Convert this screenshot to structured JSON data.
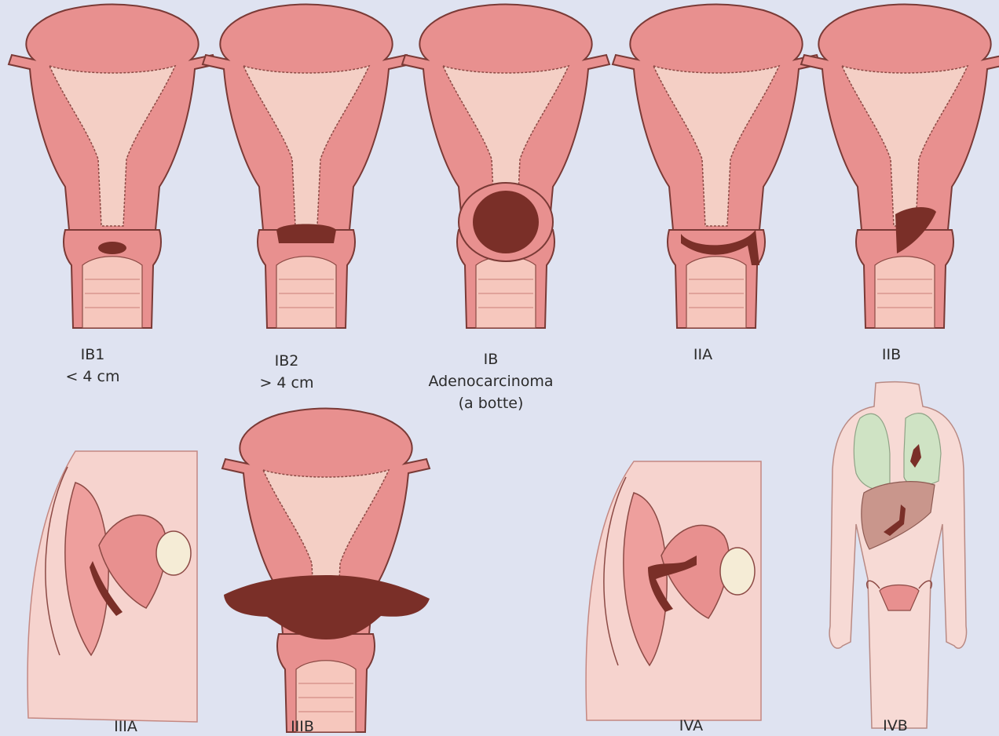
{
  "colors": {
    "background": "#dfe3f1",
    "tissue": "#e8908f",
    "tissue_dark": "#a84f4c",
    "lining": "#f4cfc5",
    "tumor": "#7a2f28",
    "skin": "#f7dad5",
    "lung": "#cfe3c4",
    "liver": "#c9968c"
  },
  "stages": [
    {
      "stage": "IB1",
      "detail": "< 4 cm"
    },
    {
      "stage": "IB2",
      "detail": "> 4 cm"
    },
    {
      "stage": "IB",
      "detail": "Adenocarcinoma",
      "note": "(a botte)"
    },
    {
      "stage": "IIA"
    },
    {
      "stage": "IIB"
    },
    {
      "stage": "IIIA"
    },
    {
      "stage": "IIIB"
    },
    {
      "stage": "IVA"
    },
    {
      "stage": "IVB"
    }
  ]
}
